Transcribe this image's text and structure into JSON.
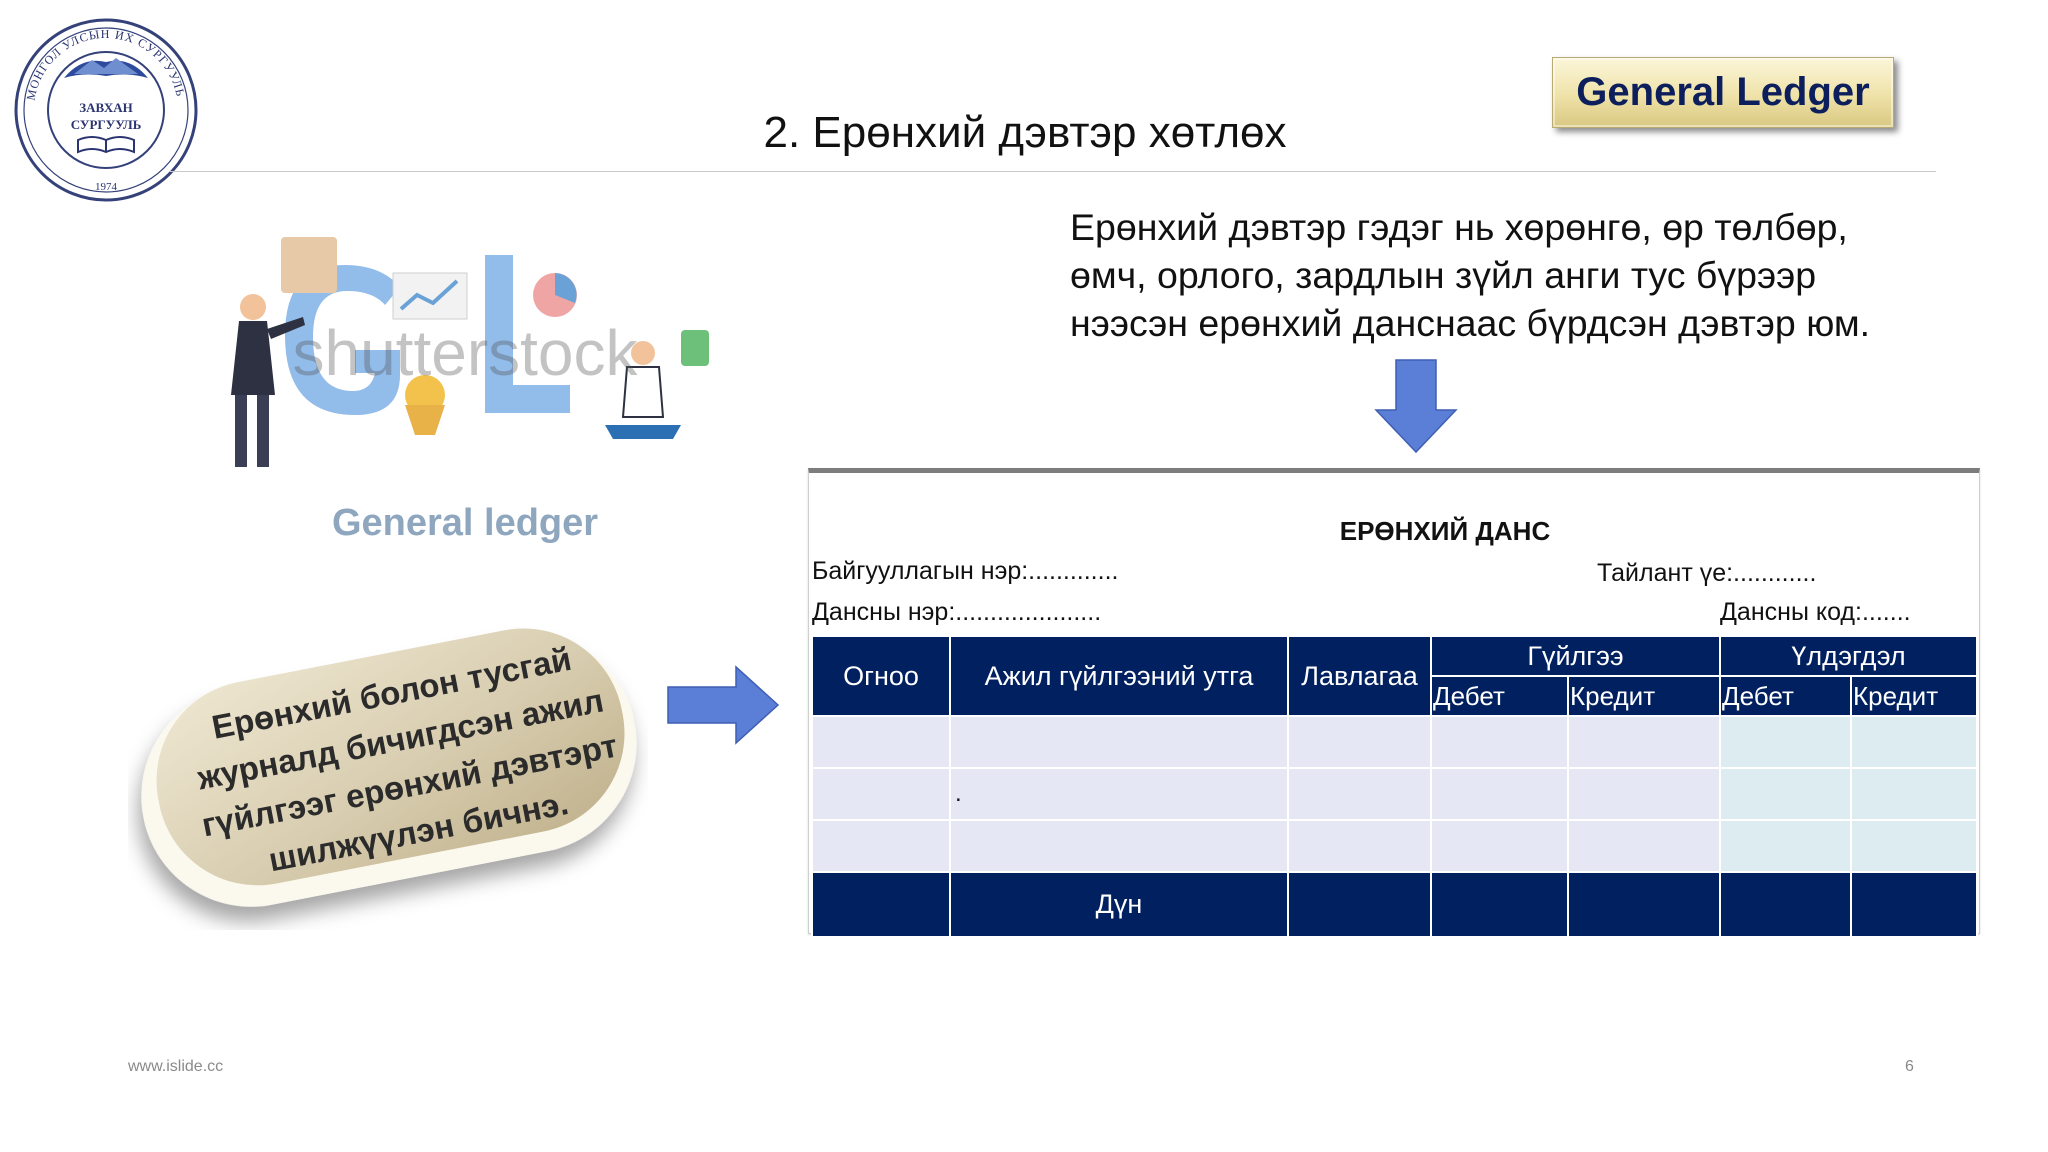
{
  "logo": {
    "ring_text": "МОНГОЛ УЛСЫН ИХ СУРГУУЛЬ",
    "center_line1": "ЗАВХАН",
    "center_line2": "СУРГУУЛЬ",
    "year": "1974"
  },
  "header": {
    "title": "2. Ерөнхий дэвтэр хөтлөх",
    "badge": "General Ledger"
  },
  "illustration": {
    "caption": "General ledger",
    "watermark": "shutterstock"
  },
  "pill_text": "Ерөнхий болон тусгай журналд бичигдсэн ажил гүйлгээг ерөнхий дэвтэрт шилжүүлэн бичнэ.",
  "description": "Ерөнхий дэвтэр гэдэг нь хөрөнгө, өр төлбөр, өмч, орлого, зардлын зүйл анги тус бүрээр нээсэн ерөнхий данснаас бүрдсэн дэвтэр юм.",
  "ledger": {
    "title": "ЕРӨНХИЙ ДАНС",
    "org_label": "Байгууллагын нэр:.............",
    "period_label": "Тайлант үе:............",
    "account_name_label": "Дансны нэр:.....................",
    "account_code_label": "Дансны код:.......",
    "headers": {
      "date": "Огноо",
      "description": "Ажил гүйлгээний утга",
      "reference": "Лавлагаа",
      "transactions": "Гүйлгээ",
      "balance": "Үлдэгдэл",
      "debit": "Дебет",
      "credit": "Кредит"
    },
    "row_mark": ".",
    "total": "Дүн"
  },
  "footer": {
    "url": "www.islide.cc",
    "page": "6"
  },
  "colors": {
    "table_header": "#002060",
    "arrow": "#5b7fd6",
    "badge_text": "#0c1f5c"
  }
}
